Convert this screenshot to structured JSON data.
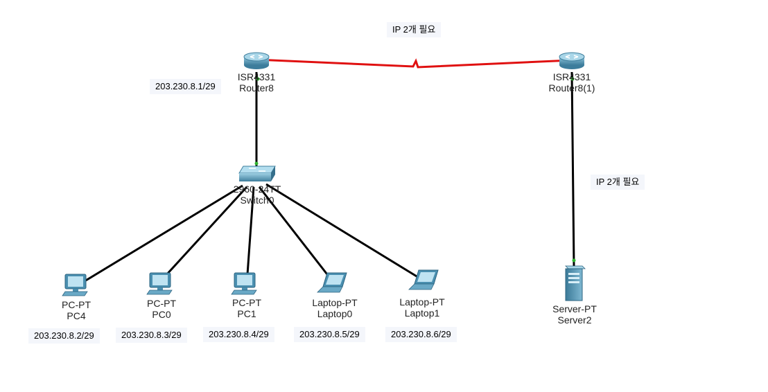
{
  "notes": {
    "top_link": "IP 2개 필요",
    "server_link": "IP 2개 필요"
  },
  "devices": {
    "router_left": {
      "model": "ISR4331",
      "name": "Router8",
      "ip": "203.230.8.1/29"
    },
    "router_right": {
      "model": "ISR4331",
      "name": "Router8(1)"
    },
    "switch": {
      "model": "2960-24TT",
      "name": "Switch0"
    },
    "pc4": {
      "model": "PC-PT",
      "name": "PC4",
      "ip": "203.230.8.2/29"
    },
    "pc0": {
      "model": "PC-PT",
      "name": "PC0",
      "ip": "203.230.8.3/29"
    },
    "pc1": {
      "model": "PC-PT",
      "name": "PC1",
      "ip": "203.230.8.4/29"
    },
    "laptop0": {
      "model": "Laptop-PT",
      "name": "Laptop0",
      "ip": "203.230.8.5/29"
    },
    "laptop1": {
      "model": "Laptop-PT",
      "name": "Laptop1",
      "ip": "203.230.8.6/29"
    },
    "server2": {
      "model": "Server-PT",
      "name": "Server2"
    }
  },
  "colors": {
    "serial_link": "#e01010",
    "ethernet_link": "#000000",
    "device_body": "#4a8fb0"
  }
}
